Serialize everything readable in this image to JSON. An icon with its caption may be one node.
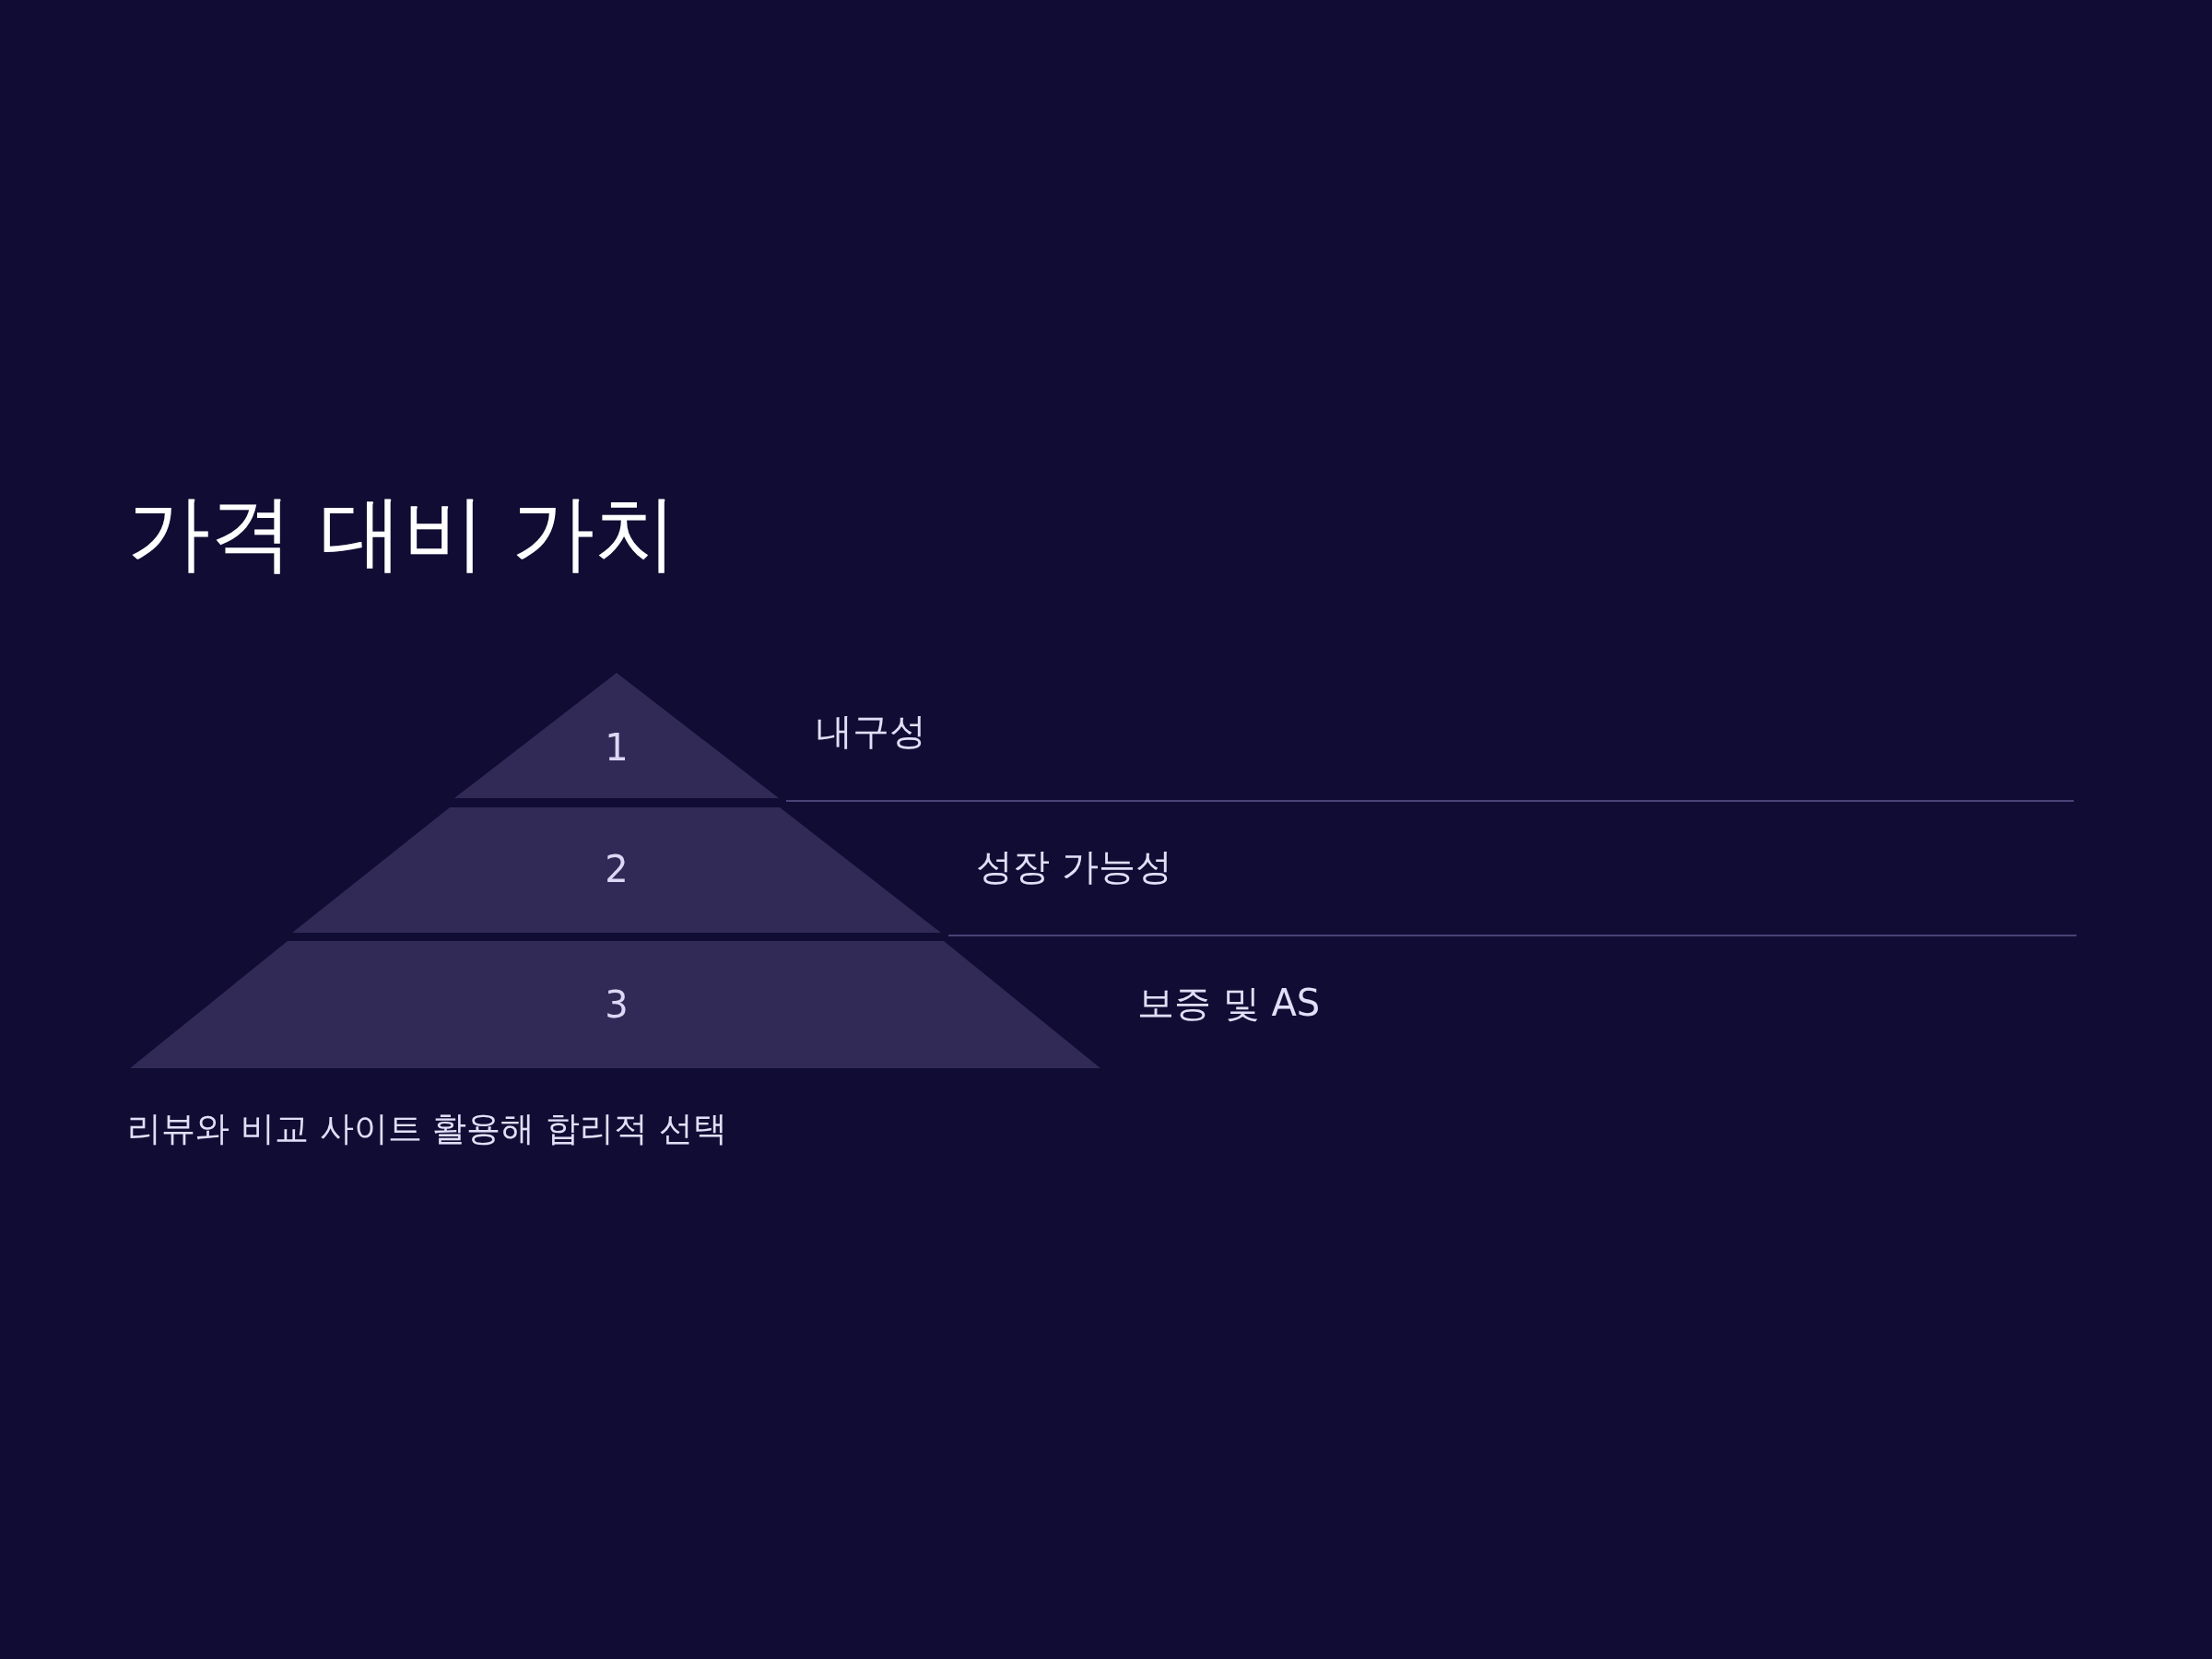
{
  "diagram": {
    "title": "가격 대비 가치",
    "nodes": [
      {
        "text": [
          "1"
        ],
        "beside": [
          "내구성"
        ]
      },
      {
        "text": [
          "2"
        ],
        "beside": [
          "성장 가능성"
        ]
      },
      {
        "text": [
          "3"
        ],
        "beside": [
          "보증 및 AS"
        ]
      }
    ],
    "caption": "리뷰와 비교 사이트 활용해 합리적 선택"
  }
}
